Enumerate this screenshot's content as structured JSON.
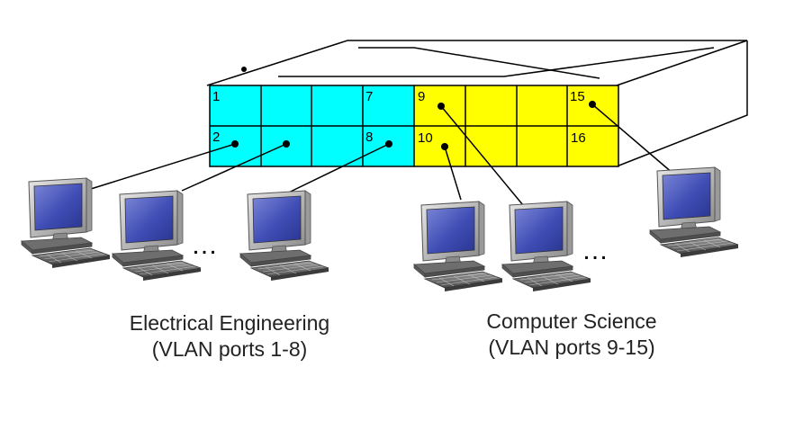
{
  "switch": {
    "port_labels": {
      "p1": "1",
      "p2": "2",
      "p7": "7",
      "p8": "8",
      "p9": "9",
      "p10": "10",
      "p15": "15",
      "p16": "16"
    },
    "colors": {
      "ee_ports": "#00ffff",
      "cs_ports": "#ffff00",
      "outline": "#000000"
    }
  },
  "groups": {
    "ee": {
      "name": "Electrical Engineering",
      "ports": "(VLAN ports 1-8)",
      "ellipsis": "…"
    },
    "cs": {
      "name": "Computer Science",
      "ports": "(VLAN ports 9-15)",
      "ellipsis": "…"
    }
  },
  "icons": {
    "computer": "desktop-computer-icon"
  }
}
